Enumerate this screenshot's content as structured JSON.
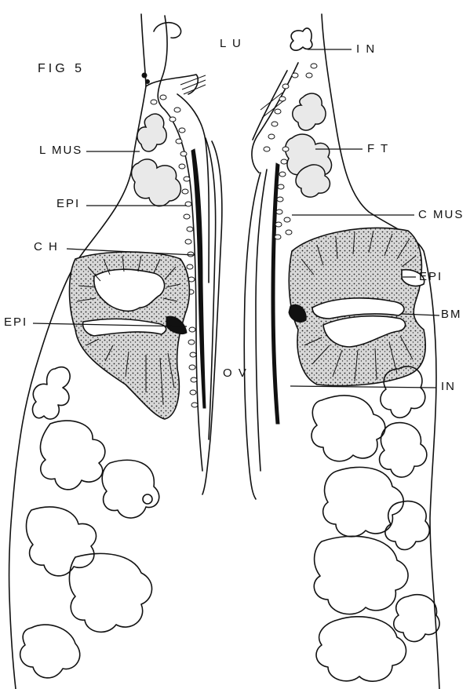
{
  "figure": {
    "title": "FIG 5",
    "labels": {
      "lu": "L U",
      "in_top": "I N",
      "l_mus": "L MUS",
      "ft": "F T",
      "epi_upper_left": "EPI",
      "c_mus": "C MUS",
      "ch": "C H",
      "epi_right": "EPI",
      "epi_lower_left": "EPI",
      "bm": "BM",
      "ov": "O V",
      "in_bottom": "IN"
    }
  }
}
